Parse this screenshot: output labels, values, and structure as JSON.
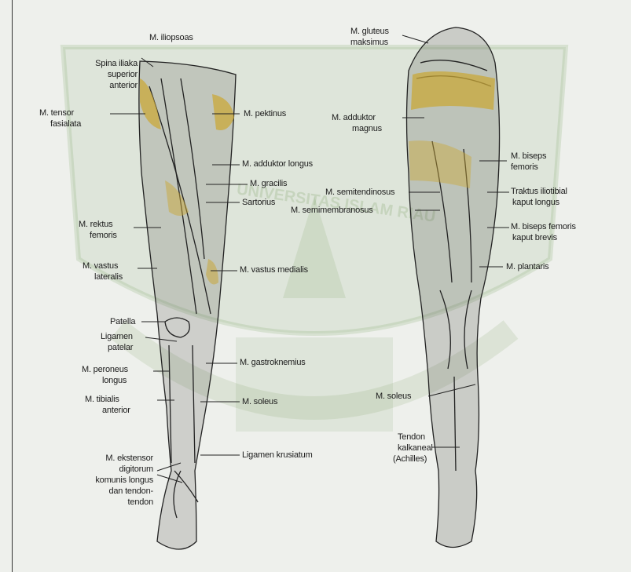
{
  "colors": {
    "background": "#eef0ec",
    "watermark": "#5a8c3c",
    "muscle_highlight": "#c9a83a",
    "ink": "#1c1c1c"
  },
  "watermark": {
    "text": "UNIVERSITAS ISLAM RIAU"
  },
  "anterior_labels": {
    "iliopsoas": "M. iliopsoas",
    "spina_1": "Spina iliaka",
    "spina_2": "superior",
    "spina_3": "anterior",
    "tensor_1": "M. tensor",
    "tensor_2": "fasialata",
    "pektinus": "M. pektinus",
    "adduktor_longus": "M. adduktor longus",
    "gracilis": "M. gracilis",
    "sartorius": "Sartorius",
    "rektus_1": "M. rektus",
    "rektus_2": "femoris",
    "vastus_lat_1": "M. vastus",
    "vastus_lat_2": "lateralis",
    "vastus_medialis": "M. vastus medialis",
    "patella": "Patella",
    "lig_pat_1": "Ligamen",
    "lig_pat_2": "patelar",
    "peroneus_1": "M. peroneus",
    "peroneus_2": "longus",
    "tibialis_1": "M. tibialis",
    "tibialis_2": "anterior",
    "gastro": "M. gastroknemius",
    "soleus": "M. soleus",
    "ekst_1": "M. ekstensor",
    "ekst_2": "digitorum",
    "ekst_3": "komunis longus",
    "ekst_4": "dan tendon-",
    "ekst_5": "tendon",
    "lig_krusiatum": "Ligamen krusiatum"
  },
  "posterior_labels": {
    "gluteus_1": "M. gluteus",
    "gluteus_2": "maksimus",
    "add_mag_1": "M. adduktor",
    "add_mag_2": "magnus",
    "biseps_1": "M. biseps",
    "biseps_2": "femoris",
    "semitend": "M. semitendinosus",
    "semimem": "M. semimembranosus",
    "traktus_1": "Traktus iliotibial",
    "traktus_2": "kaput longus",
    "biseps_brev_1": "M. biseps femoris",
    "biseps_brev_2": "kaput brevis",
    "plantaris": "M. plantaris",
    "soleus": "M. soleus",
    "tendon_1": "Tendon",
    "tendon_2": "kalkaneal",
    "tendon_3": "(Achilles)"
  }
}
